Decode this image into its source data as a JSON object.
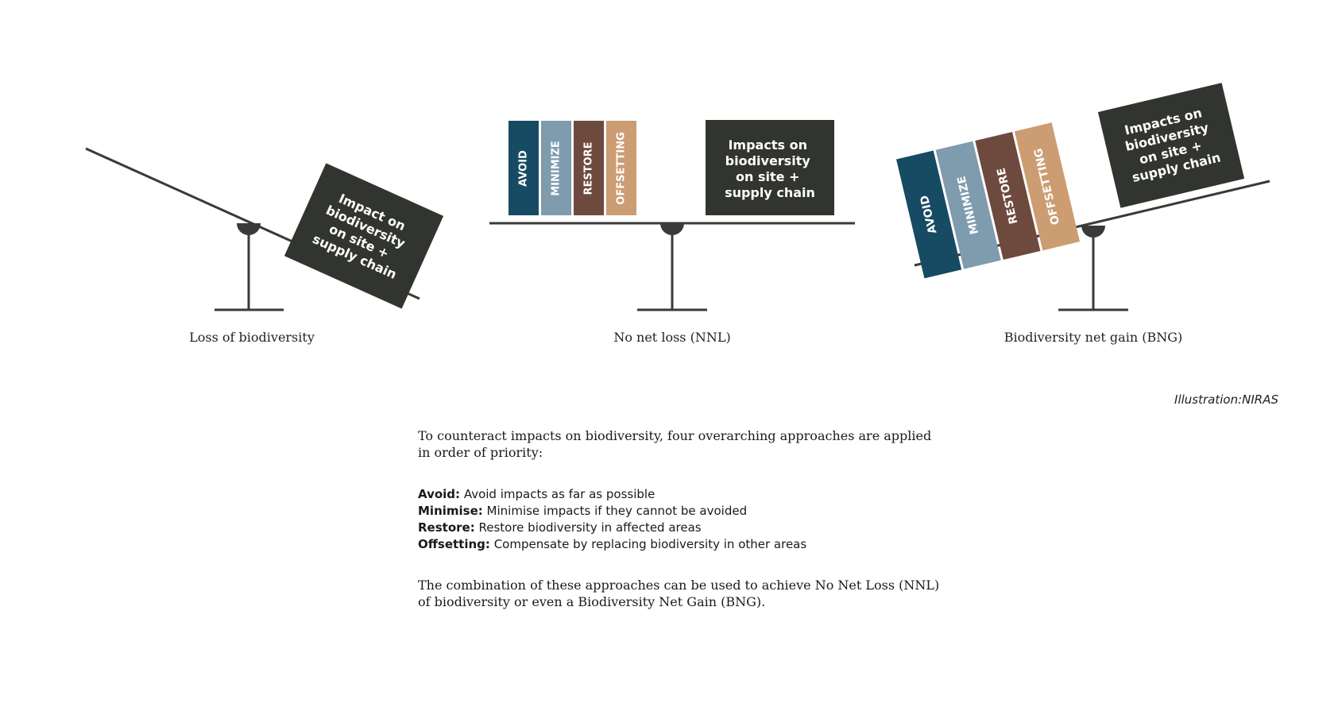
{
  "panels": [
    {
      "caption": "Loss of biodiversity",
      "impact_lines": [
        "Impact on",
        "biodiversity",
        "on site +",
        "supply chain"
      ]
    },
    {
      "caption": "No net loss (NNL)",
      "impact_lines": [
        "Impacts on",
        "biodiversity",
        "on site +",
        "supply chain"
      ]
    },
    {
      "caption": "Biodiversity net gain (BNG)",
      "impact_lines": [
        "Impacts on",
        "biodiversity",
        "on site +",
        "supply chain"
      ]
    }
  ],
  "blocks": [
    {
      "label": "AVOID",
      "color": "#174a63"
    },
    {
      "label": "MINIMIZE",
      "color": "#7f9cae"
    },
    {
      "label": "RESTORE",
      "color": "#6e4a3e"
    },
    {
      "label": "OFFSETTING",
      "color": "#cc9d72"
    }
  ],
  "colors": {
    "beam": "#3a3a3a",
    "impact_box": "#32352f",
    "impact_text": "#ffffff"
  },
  "credit": "Illustration:NIRAS",
  "intro": "To counteract impacts on biodiversity, four overarching approaches are applied in order of priority:",
  "approaches": [
    {
      "term": "Avoid:",
      "text": "Avoid impacts as far as possible"
    },
    {
      "term": "Minimise:",
      "text": "Minimise impacts if they cannot be avoided"
    },
    {
      "term": "Restore:",
      "text": "Restore biodiversity in affected areas"
    },
    {
      "term": "Offsetting:",
      "text": "Compensate by replacing biodiversity in other areas"
    }
  ],
  "conclusion": "The combination of these approaches can be used to achieve No Net Loss (NNL) of biodiversity or even a Biodiversity Net Gain (BNG)."
}
